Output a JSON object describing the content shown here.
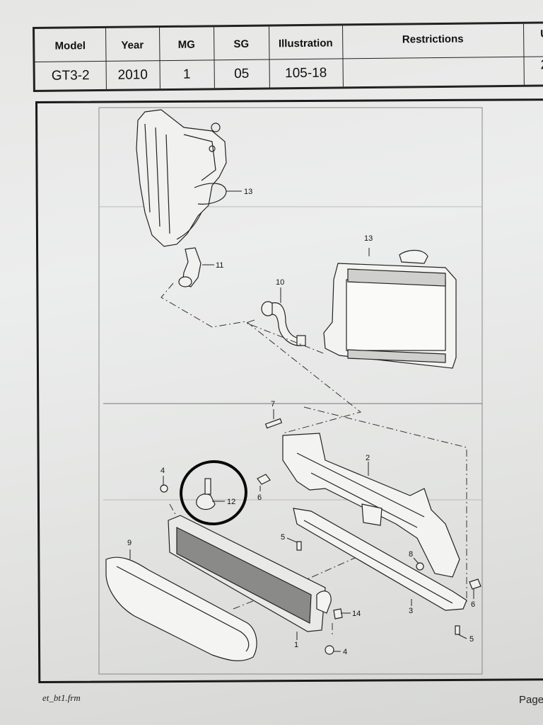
{
  "header": {
    "columns": [
      {
        "title": "Model",
        "value": "GT3-2"
      },
      {
        "title": "Year",
        "value": "2010"
      },
      {
        "title": "MG",
        "value": "1"
      },
      {
        "title": "SG",
        "value": "05"
      },
      {
        "title": "Illustration",
        "value": "105-18"
      },
      {
        "title": "Restrictions",
        "value": ""
      },
      {
        "title": "U",
        "value": "2"
      }
    ]
  },
  "callouts": [
    "13",
    "11",
    "13",
    "10",
    "7",
    "2",
    "4",
    "12",
    "6",
    "5",
    "9",
    "8",
    "6",
    "3",
    "14",
    "1",
    "4",
    "5"
  ],
  "footer": {
    "left": "et_bt1.frm",
    "right": "Page"
  }
}
